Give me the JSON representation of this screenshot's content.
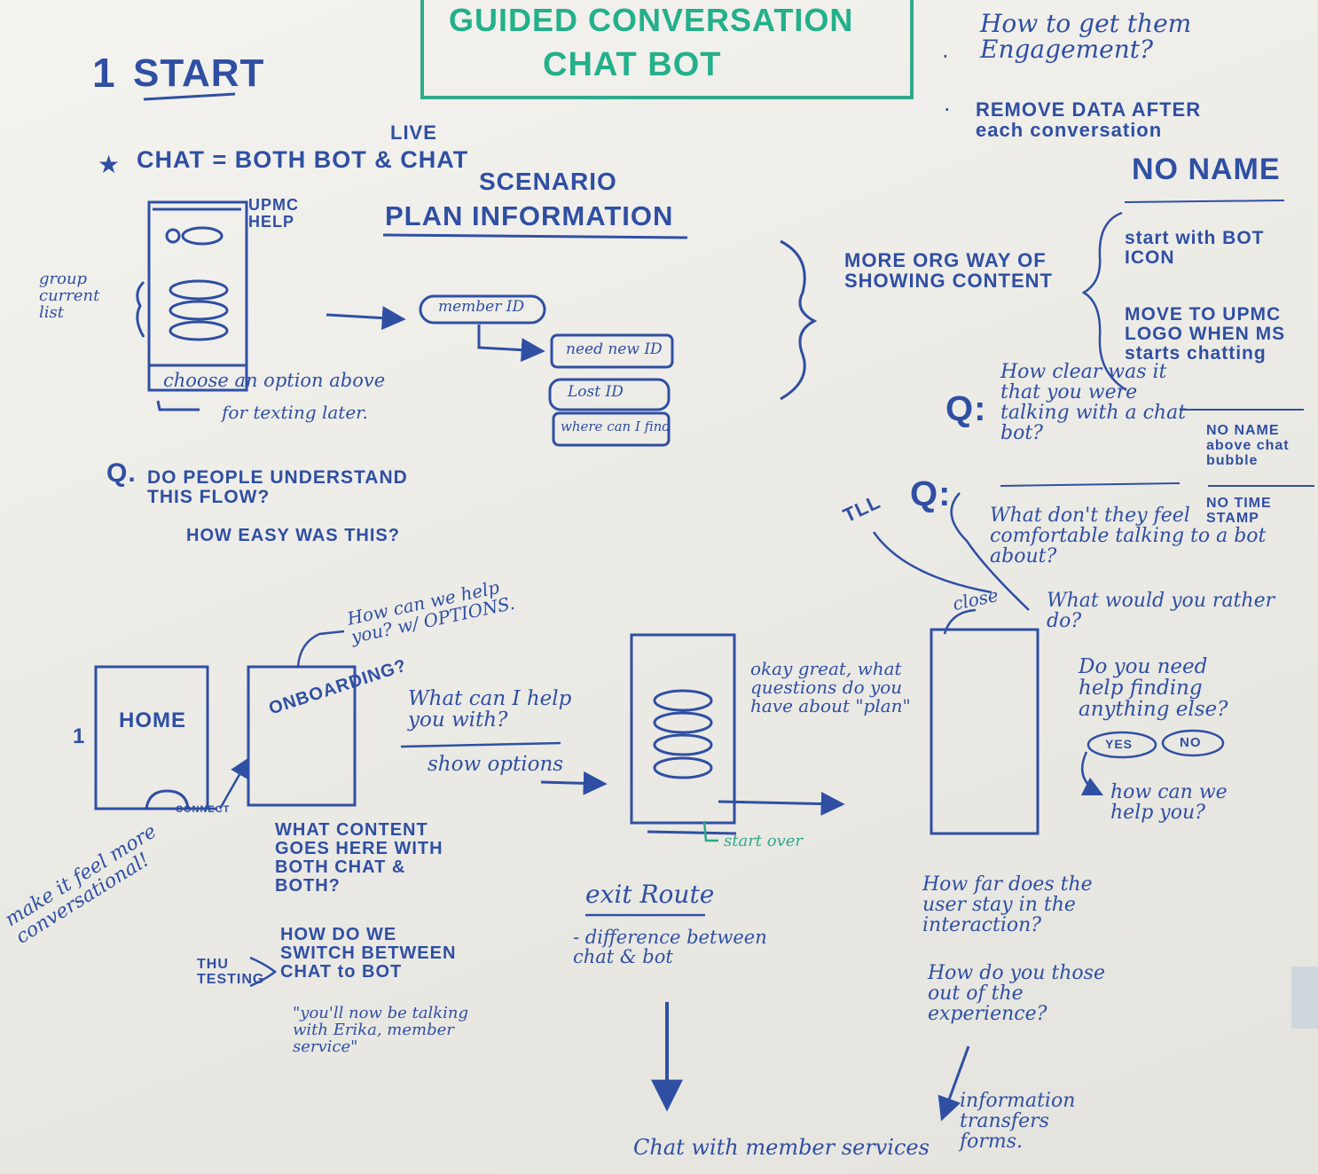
{
  "title": {
    "line1": "GUIDED CONVERSATION",
    "line2": "CHAT BOT"
  },
  "start": {
    "step": "1",
    "label": "START",
    "live": "LIVE",
    "chat_note": "CHAT = BOTH BOT & CHAT"
  },
  "wireframe": {
    "help_label": "UPMC HELP",
    "group_label": "group current list",
    "choose_label": "choose an option above",
    "texting_label": "for texting later."
  },
  "scenario": {
    "heading": "SCENARIO",
    "subheading": "PLAN INFORMATION",
    "member_id": "member ID",
    "options": [
      "need new ID",
      "Lost ID",
      "where can I find"
    ]
  },
  "org_note": "MORE ORG WAY OF SHOWING CONTENT",
  "engagement": {
    "q1": "How to get them Engagement?",
    "q2": "REMOVE DATA AFTER each conversation",
    "no_name": "NO NAME",
    "bullets": [
      "start with BOT ICON",
      "MOVE TO UPMC LOGO WHEN MS starts chatting"
    ]
  },
  "clarity": {
    "prefix": "Q:",
    "question": "How clear was it that you were talking with a chat bot?",
    "no_name_above": "NO NAME above chat bubble",
    "no_time_stamp": "NO TIME STAMP"
  },
  "comfort": {
    "tag": "TLL",
    "prefix": "Q:",
    "q1": "What don't they feel comfortable talking to a bot about?",
    "q2": "What would you rather do?"
  },
  "flow_question": {
    "prefix": "Q.",
    "q": "DO PEOPLE UNDERSTAND THIS FLOW?",
    "sub": "HOW EASY WAS THIS?"
  },
  "flow": {
    "step": "1",
    "home": "HOME",
    "connect": "CONNECT",
    "onboarding": "ONBOARDING?",
    "help_note": "How can we help you? w/ OPTIONS.",
    "what_help": "What can I help you with?",
    "show_options": "show options",
    "plan_note": "okay great, what questions do you have about \"plan\"",
    "start_over": "start over",
    "close": "close",
    "need_help": "Do you need help finding anything else?",
    "yes": "YES",
    "no": "NO",
    "how_help": "how can we help you?"
  },
  "content_q": "WHAT CONTENT GOES HERE WITH BOTH CHAT & BOTH?",
  "conversational": "make it feel more conversational!",
  "switch": {
    "tag": "THU TESTING",
    "heading": "HOW DO WE SWITCH BETWEEN CHAT to BOT",
    "quote": "\"you'll now be talking with Erika, member service\""
  },
  "exit": {
    "heading": "exit Route",
    "note": "- difference between chat & bot",
    "destination": "Chat with member services"
  },
  "stay": {
    "q1": "How far does the user stay in the interaction?",
    "q2": "How do you those out of the experience?",
    "transfer": "information transfers forms."
  }
}
